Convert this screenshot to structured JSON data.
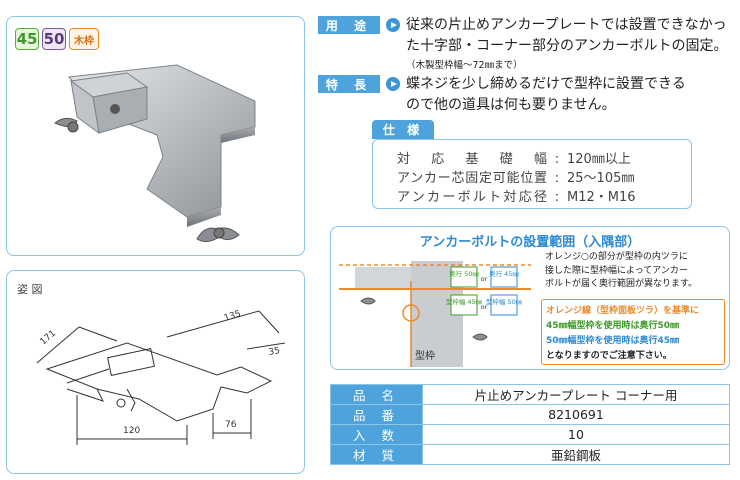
{
  "badges": {
    "size45": "45",
    "size50": "50",
    "wood": "木枠"
  },
  "drawing": {
    "label": "姿 図",
    "dimensions": [
      "171",
      "135",
      "35",
      "120",
      "76"
    ]
  },
  "usage": {
    "tag": "用 途",
    "line1": "従来の片止めアンカープレートでは設置できなかっ",
    "line2": "た十字部・コーナー部分のアンカーボルトの固定。",
    "note": "（木製型枠幅～72㎜まで）"
  },
  "feature": {
    "tag": "特 長",
    "line1": "蝶ネジを少し締めるだけで型枠に設置できる",
    "line2": "ので他の道具は何も要りません。"
  },
  "spec": {
    "tag": "仕 様",
    "rows": [
      {
        "label": "対応基礎幅",
        "value": "120㎜以上"
      },
      {
        "label": "アンカー芯固定可能位置",
        "value": "25～105㎜"
      },
      {
        "label": "アンカーボルト対応径",
        "value": "M12・M16"
      }
    ]
  },
  "anchor_range": {
    "title": "アンカーボルトの設置範囲（入隅部）",
    "labels": {
      "depth50": "奥行\n50㎜",
      "depth45": "奥行\n45㎜",
      "width45": "型枠幅\n45㎜",
      "width50": "型枠幅\n50㎜",
      "or": "or",
      "frame": "型枠"
    },
    "note_lines": [
      "オレンジ○の部分が型枠の内ツラに",
      "接した際に型枠幅によってアンカー",
      "ボルトが届く奥行範囲が異なります。"
    ],
    "warn_lines": [
      "オレンジ線（型枠面板ツラ）を基準に",
      "45㎜幅型枠を使用時は奥行50㎜",
      "50㎜幅型枠を使用時は奥行45㎜",
      "となりますのでご注意下さい。"
    ]
  },
  "colors": {
    "accent_blue": "#4ea3dc",
    "orange": "#e98a2b",
    "green": "#3e9a2a"
  },
  "product": {
    "rows": [
      {
        "label": "品 名",
        "value": "片止めアンカープレート コーナー用"
      },
      {
        "label": "品 番",
        "value": "8210691"
      },
      {
        "label": "入 数",
        "value": "10"
      },
      {
        "label": "材 質",
        "value": "亜鉛鋼板"
      }
    ]
  }
}
